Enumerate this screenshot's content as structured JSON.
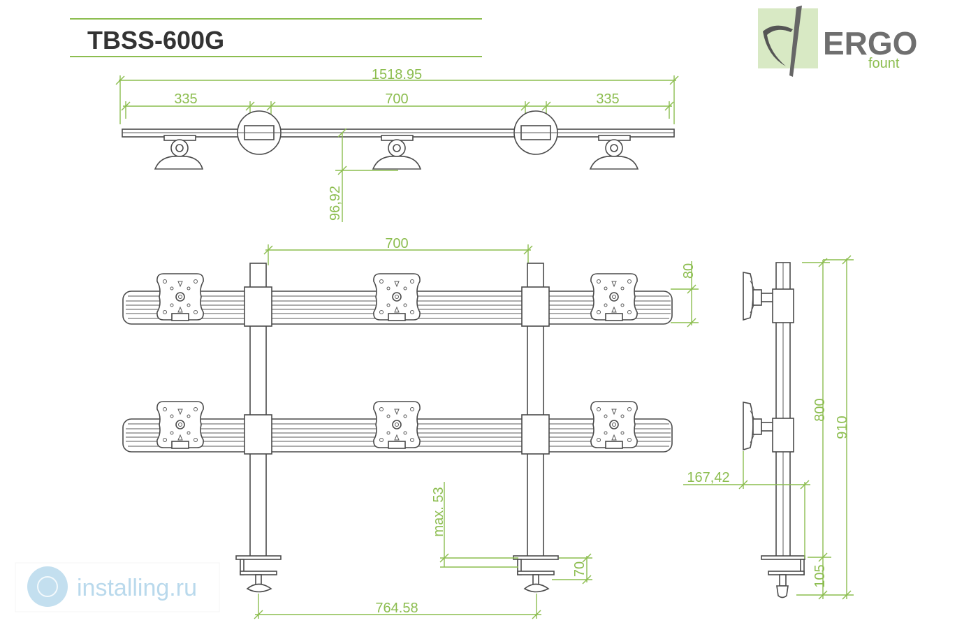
{
  "title": "TBSS-600G",
  "logo": {
    "name": "ERGO",
    "sub": "fount"
  },
  "watermark": "installing.ru",
  "colors": {
    "accent": "#8cbd4f",
    "line": "#4a4a4a",
    "logo_bg": "#d8e9c4",
    "logo_text": "#6f6f6f",
    "watermark": "#b9d9ec"
  },
  "dims": {
    "top_total": "1518.95",
    "top_left": "335",
    "top_mid": "700",
    "top_right": "335",
    "top_depth": "96,92",
    "front_spacing": "700",
    "bar_height": "80",
    "front_base": "764.58",
    "front_clamp_max": "max. 53",
    "front_clamp_70": "70",
    "side_800": "800",
    "side_910": "910",
    "side_167": "167,42",
    "side_105": "105"
  }
}
